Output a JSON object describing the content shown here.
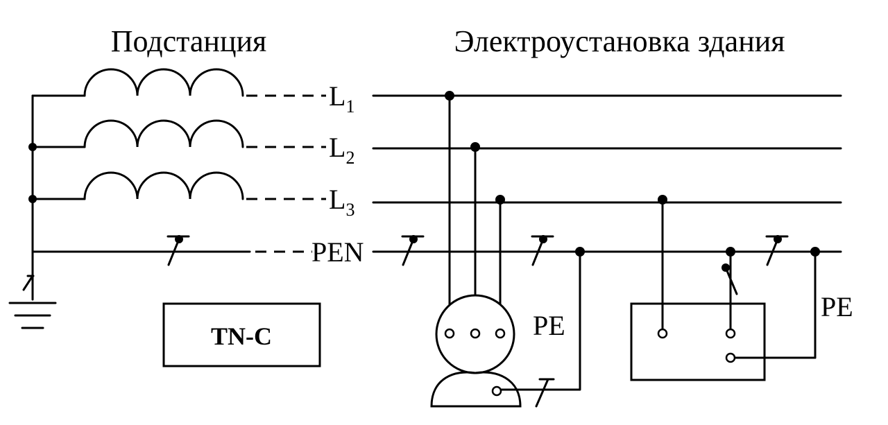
{
  "diagram": {
    "title_left": "Подстанция",
    "title_right": "Электроустановка здания",
    "system_label": "TN-C",
    "conductors": {
      "l1": {
        "letter": "L",
        "sub": "1"
      },
      "l2": {
        "letter": "L",
        "sub": "2"
      },
      "l3": {
        "letter": "L",
        "sub": "3"
      },
      "pen": "PEN"
    },
    "pe_label_motor": "PE",
    "pe_label_box": "PE"
  }
}
